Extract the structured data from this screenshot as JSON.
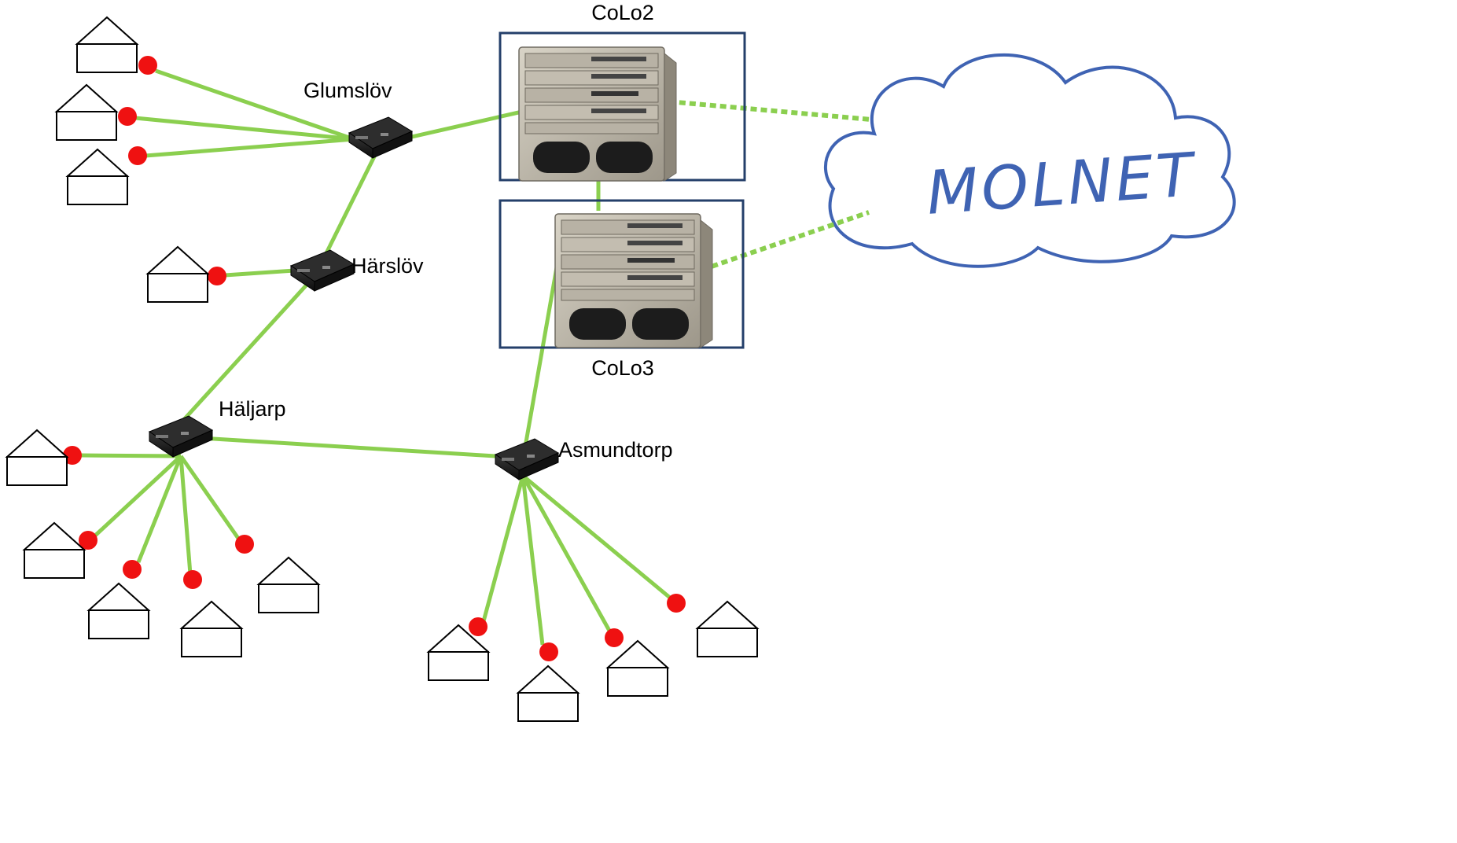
{
  "colors": {
    "link": "#8bcf4f",
    "uplink_dotted": "#8bcf4f",
    "endpoint": "#ef1111",
    "colo_border": "#243f6a",
    "cloud_outline": "#3f63b3"
  },
  "cloud": {
    "label": "MOLNET",
    "icon": "cloud-icon"
  },
  "colos": [
    {
      "id": "colo2",
      "label": "CoLo2",
      "icon": "chassis-router-icon"
    },
    {
      "id": "colo3",
      "label": "CoLo3",
      "icon": "chassis-router-icon"
    }
  ],
  "nodes": [
    {
      "id": "glumslov",
      "label": "Glumslöv",
      "icon": "switch-icon"
    },
    {
      "id": "harslov",
      "label": "Härslöv",
      "icon": "switch-icon"
    },
    {
      "id": "haljarp",
      "label": "Häljarp",
      "icon": "switch-icon"
    },
    {
      "id": "asmundtorp",
      "label": "Asmundtorp",
      "icon": "switch-icon"
    }
  ],
  "links": [
    {
      "from": "colo2",
      "to": "colo3"
    },
    {
      "from": "colo2",
      "to": "glumslov"
    },
    {
      "from": "glumslov",
      "to": "harslov"
    },
    {
      "from": "harslov",
      "to": "haljarp"
    },
    {
      "from": "haljarp",
      "to": "asmundtorp"
    },
    {
      "from": "asmundtorp",
      "to": "colo3"
    }
  ],
  "uplinks": [
    {
      "from": "colo2",
      "to": "cloud",
      "style": "dotted"
    },
    {
      "from": "colo3",
      "to": "cloud",
      "style": "dotted"
    }
  ],
  "homes_per_node": {
    "glumslov": 3,
    "harslov": 1,
    "haljarp": 5,
    "asmundtorp": 4
  },
  "home_icon": "house-icon"
}
